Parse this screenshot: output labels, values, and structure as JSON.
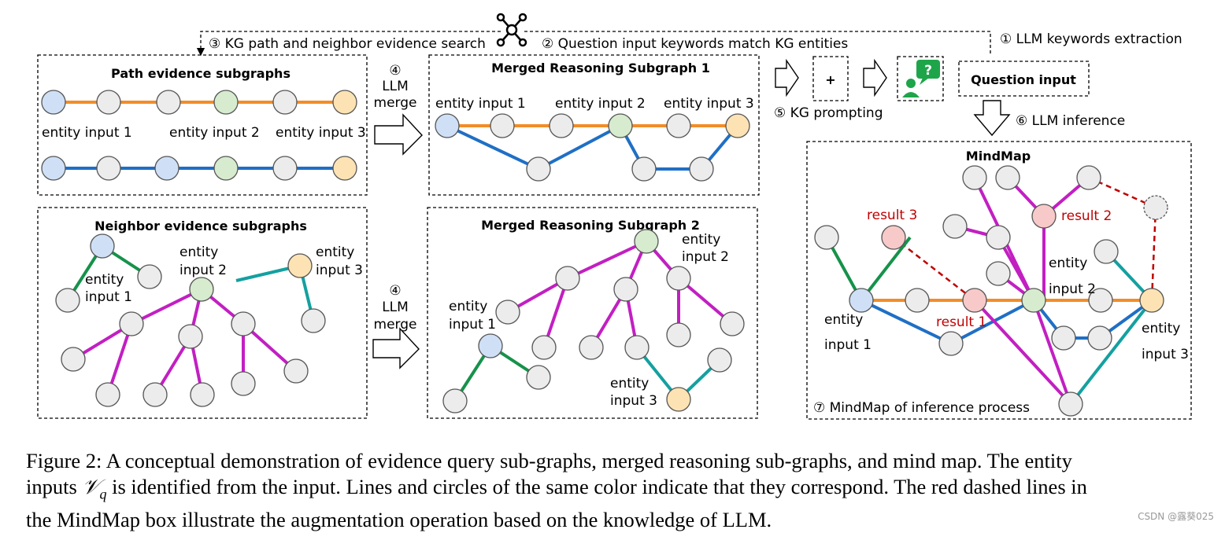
{
  "steps": {
    "s1": "① LLM keywords extraction",
    "s2": "② Question input keywords match KG entities",
    "s3": "③ KG path and neighbor evidence search",
    "s4_num": "④",
    "s4_line1": "LLM",
    "s4_line2": "merge",
    "s5": "⑤ KG prompting",
    "s6": "⑥ LLM inference",
    "s7": "⑦ MindMap of inference process"
  },
  "panels": {
    "path_title": "Path evidence subgraphs",
    "neighbor_title": "Neighbor evidence subgraphs",
    "merged1_title": "Merged Reasoning Subgraph 1",
    "merged2_title": "Merged Reasoning Subgraph 2",
    "mindmap_title": "MindMap",
    "question_input": "Question input",
    "plus": "+"
  },
  "labels": {
    "entity": "entity",
    "input_1": "input 1",
    "input_2": "input 2",
    "input_3": "input 3",
    "entity_input_1": "entity input 1",
    "entity_input_2": "entity input 2",
    "entity_input_3": "entity input 3",
    "result_1": "result 1",
    "result_2": "result 2",
    "result_3": "result 3"
  },
  "colors": {
    "orange": "#f28c28",
    "blue": "#1f6fc5",
    "purple": "#c21fc2",
    "green": "#16924a",
    "teal": "#14a0a0",
    "red_dash": "#c00000",
    "node_grey": "#ececec",
    "node_blue": "#cfe0f6",
    "node_green": "#d7ebce",
    "node_orange": "#fde3b4",
    "node_red": "#f8c9c9"
  },
  "icons": [
    "graph-hub-icon",
    "chat-question-icon"
  ],
  "caption": {
    "line1": "Figure 2: A conceptual demonstration of evidence query sub-graphs, merged reasoning sub-graphs, and mind map. The entity",
    "line2_pre": "inputs",
    "line2_math": "𝒱",
    "line2_sub": "q",
    "line2_post": "is identified from the input. Lines and circles of the same color indicate that they correspond. The red dashed lines in",
    "line3": "the MindMap box illustrate the augmentation operation based on the knowledge of LLM."
  },
  "watermark": "CSDN @露葵025"
}
